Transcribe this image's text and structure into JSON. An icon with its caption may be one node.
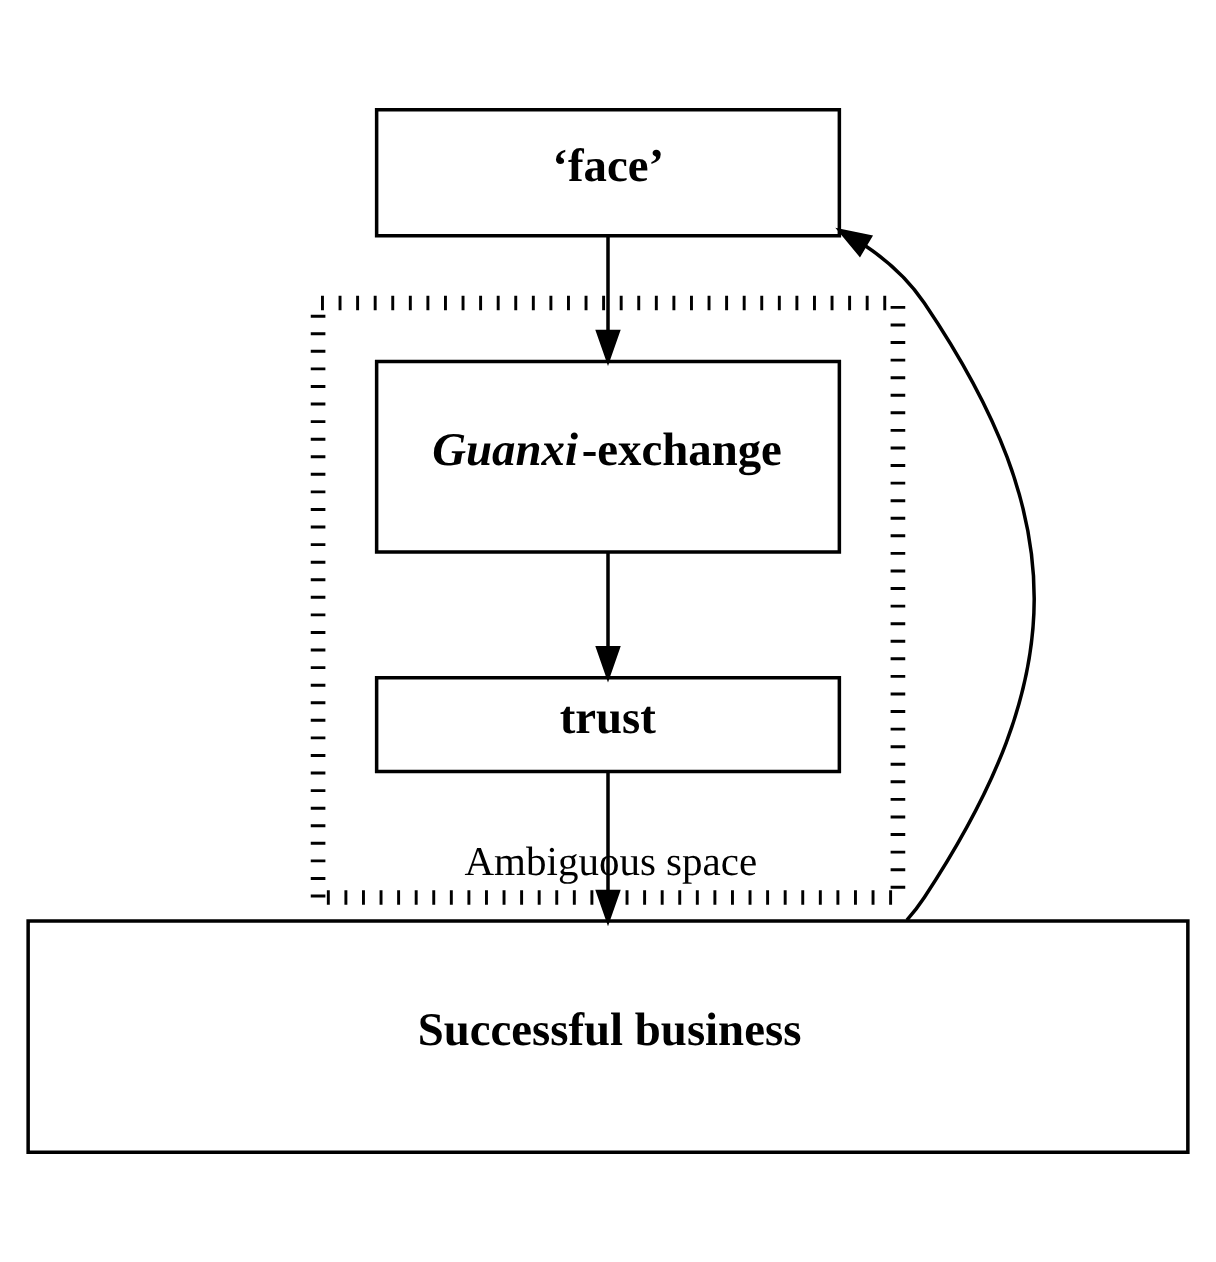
{
  "diagram": {
    "nodes": [
      {
        "text": [
          "‘face’"
        ]
      },
      {
        "text": [
          "Ambiguous space"
        ]
      },
      {
        "text": [
          "*Guanxi*-exchange"
        ],
        "in": 1
      },
      {
        "text": [
          "trust"
        ],
        "in": 1
      },
      {
        "text": [
          "Successful business"
        ]
      }
    ],
    "edges": [
      {
        "from": 0,
        "to": 2,
        "arrow": "to"
      },
      {
        "from": 2,
        "to": 3,
        "arrow": "to"
      },
      {
        "from": 3,
        "to": 4,
        "arrow": "to"
      },
      {
        "from": 4,
        "to": 0,
        "arrow": "to"
      }
    ]
  }
}
